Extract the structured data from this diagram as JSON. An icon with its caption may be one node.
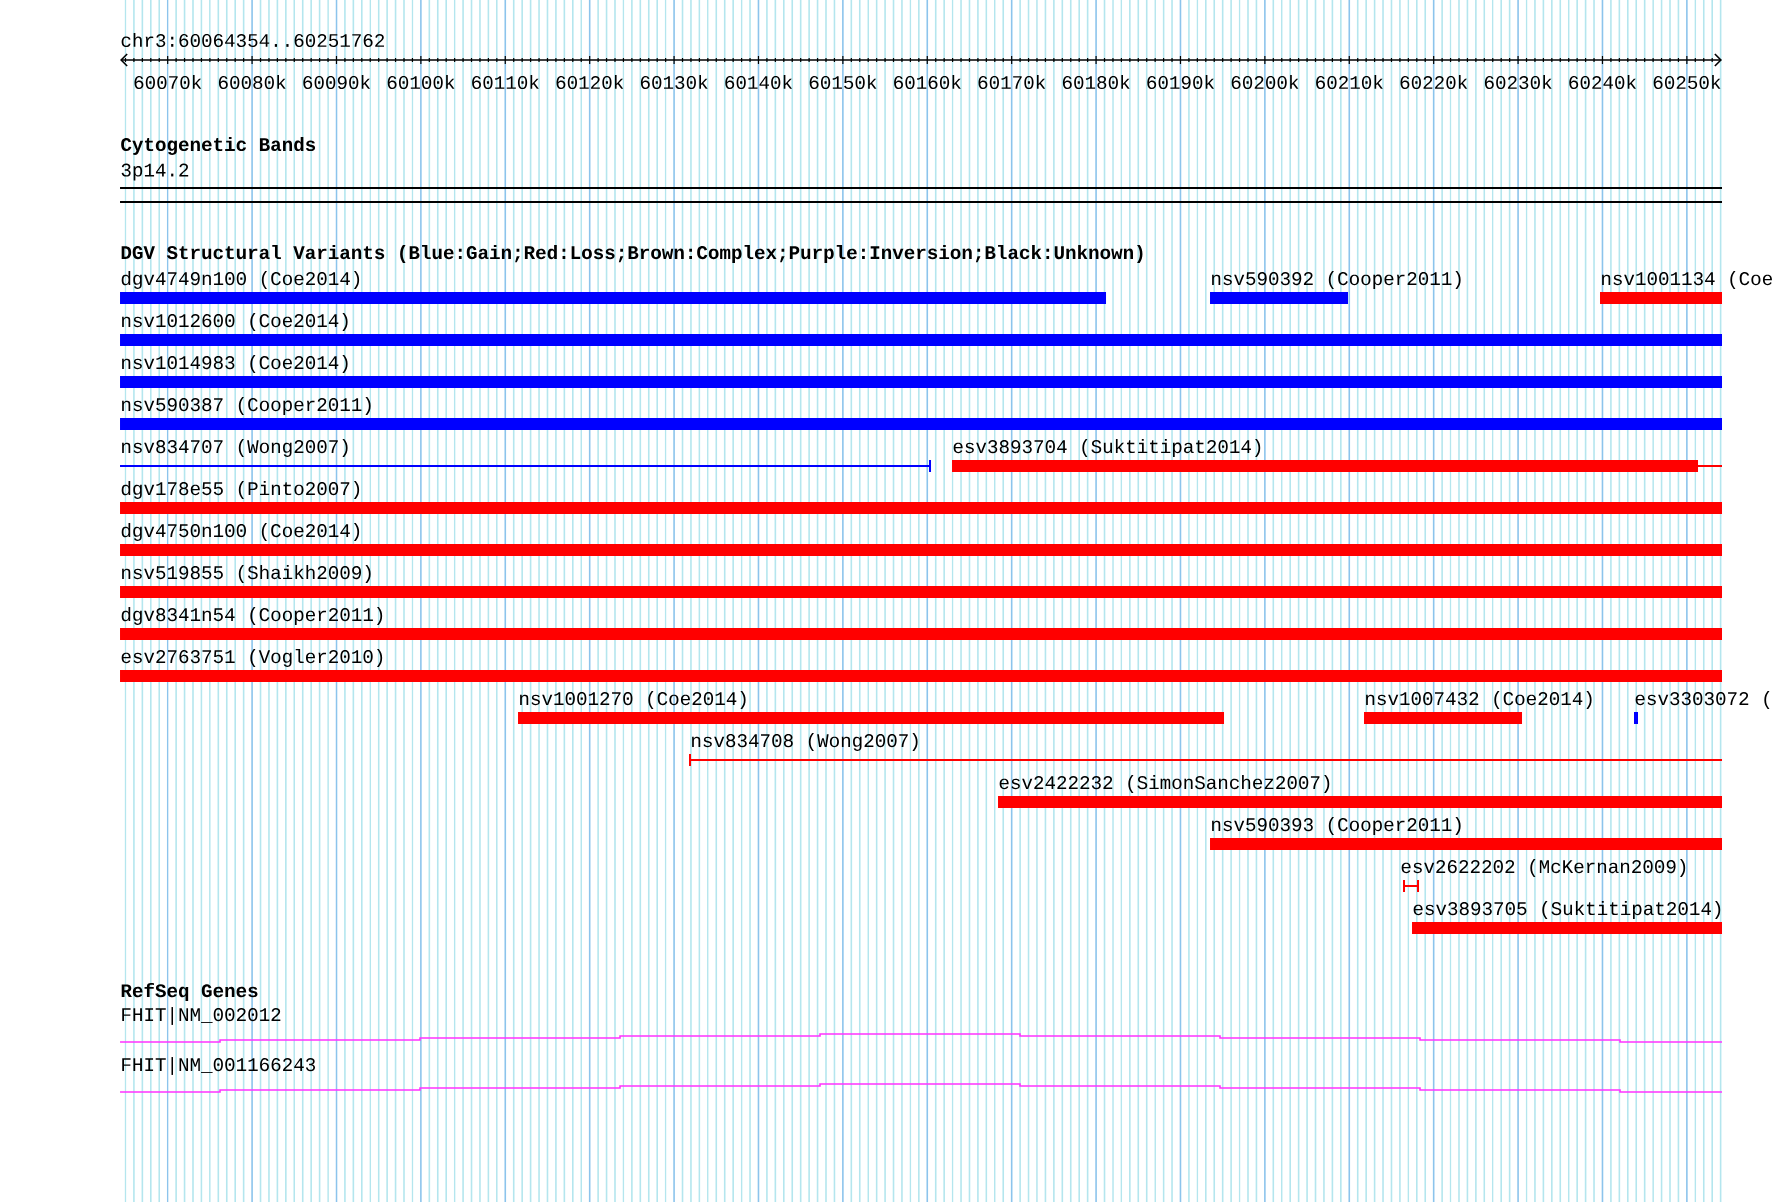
{
  "diagram": {
    "nodes": [
      {
        "text": [
          "dgv4749n100 (Coe2014)"
        ]
      },
      {
        "text": [
          "nsv590392 (Cooper2011)"
        ]
      },
      {
        "text": [
          "nsv1001134 (Coe"
        ]
      },
      {
        "text": [
          "nsv1012600 (Coe2014)"
        ]
      },
      {
        "text": [
          "nsv1014983 (Coe2014)"
        ]
      },
      {
        "text": [
          "nsv590387 (Cooper2011)"
        ]
      },
      {
        "text": [
          "nsv834707 (Wong2007)"
        ]
      },
      {
        "text": [
          "esv3893704 (Suktitipat2014)"
        ]
      },
      {
        "text": [
          "dgv178e55 (Pinto2007)"
        ]
      },
      {
        "text": [
          "dgv4750n100 (Coe2014)"
        ]
      },
      {
        "text": [
          "nsv519855 (Shaikh2009)"
        ]
      },
      {
        "text": [
          "dgv8341n54 (Cooper2011)"
        ]
      },
      {
        "text": [
          "esv2763751 (Vogler2010)"
        ]
      },
      {
        "text": [
          "nsv1001270 (Coe2014)"
        ]
      },
      {
        "text": [
          "nsv1007432 (Coe2014)"
        ]
      },
      {
        "text": [
          "esv3303072 ("
        ]
      },
      {
        "text": [
          "nsv834708 (Wong2007)"
        ]
      },
      {
        "text": [
          "esv2422232 (SimonSanchez2007)"
        ]
      },
      {
        "text": [
          "nsv590393 (Cooper2011)"
        ]
      },
      {
        "text": [
          "esv2622202 (McKernan2009)"
        ]
      },
      {
        "text": [
          "esv3893705 (Suktitipat2014)"
        ]
      },
      {
        "text": [
          "FHIT|NM_002012"
        ]
      },
      {
        "text": [
          "FHIT|NM_001166243"
        ]
      }
    ],
    "labels": [
      "chr3:60064354..60251762",
      "60070k",
      "60080k",
      "60090k",
      "60100k",
      "60110k",
      "60120k",
      "60130k",
      "60140k",
      "60150k",
      "60160k",
      "60170k",
      "60180k",
      "60190k",
      "60200k",
      "60210k",
      "60220k",
      "60230k",
      "60240k",
      "60250k",
      "Cytogenetic Bands",
      "3p14.2",
      "DGV Structural Variants (Blue:Gain;Red:Loss;Brown:Complex;Purple:Inversion;Black:Unknown)",
      "RefSeq Genes"
    ]
  }
}
